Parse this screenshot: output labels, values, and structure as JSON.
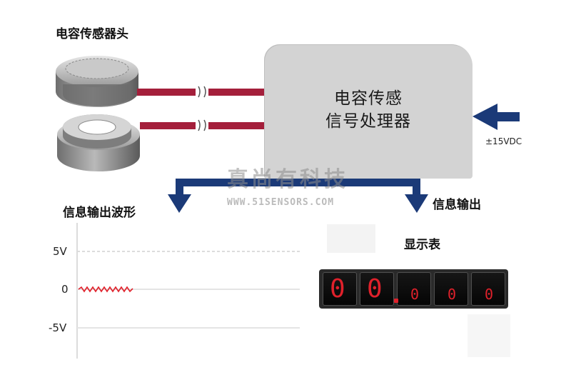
{
  "labels": {
    "sensor_head": "电容传感器头",
    "processor_line1": "电容传感",
    "processor_line2": "信号处理器",
    "power_input": "±15VDC",
    "waveform_title": "信息输出波形",
    "signal_output": "信息输出",
    "display_title": "显示表"
  },
  "waveform": {
    "ticks": [
      "5V",
      "0",
      "-5V"
    ]
  },
  "display": {
    "digits": [
      "0",
      "0",
      "0",
      "0",
      "0"
    ],
    "reading": "00.000"
  },
  "watermark": {
    "chinese": "真尚有科技",
    "url": "WWW.51SENSORS.COM"
  },
  "colors": {
    "cable": "#a41f3b",
    "arrow": "#1b3a78",
    "processor_box": "#d3d3d3",
    "digit_red": "#e0212b",
    "waveform": "#e0212b"
  }
}
